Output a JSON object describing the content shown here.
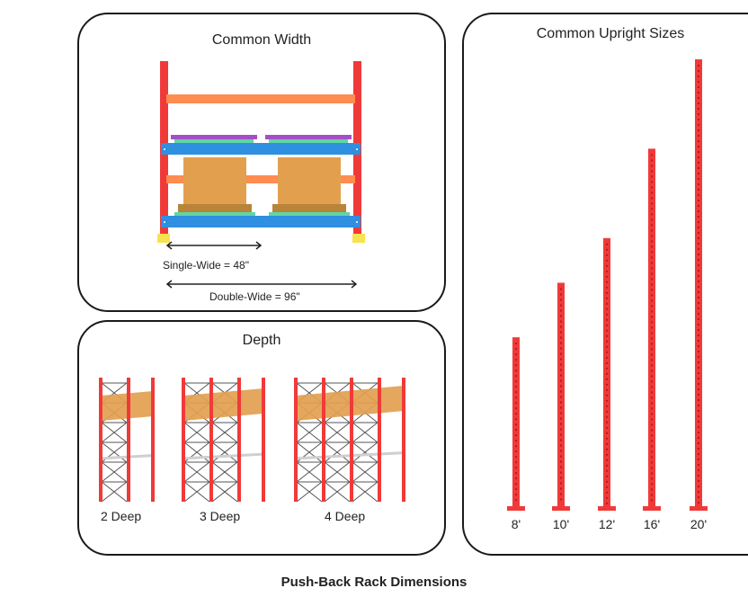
{
  "footer": {
    "title": "Push-Back Rack Dimensions"
  },
  "width_panel": {
    "title": "Common Width",
    "single_wide_label": "Single-Wide = 48\"",
    "double_wide_label": "Double-Wide = 96\""
  },
  "depth_panel": {
    "title": "Depth",
    "labels": [
      "2 Deep",
      "3 Deep",
      "4 Deep"
    ]
  },
  "upright_panel": {
    "title": "Common Upright Sizes",
    "sizes": [
      "8'",
      "10'",
      "12'",
      "16'",
      "20'"
    ]
  },
  "colors": {
    "upright": "#f03a3a",
    "beam_orange": "#ff8c50",
    "beam_blue": "#2f8fe0",
    "pallet_top": "#a54fc6",
    "cart_green": "#5fd6a5",
    "box": "#e2a04f",
    "pallet_wood": "#b8843a",
    "base_plate": "#f7e34d",
    "bracing": "#555555"
  }
}
